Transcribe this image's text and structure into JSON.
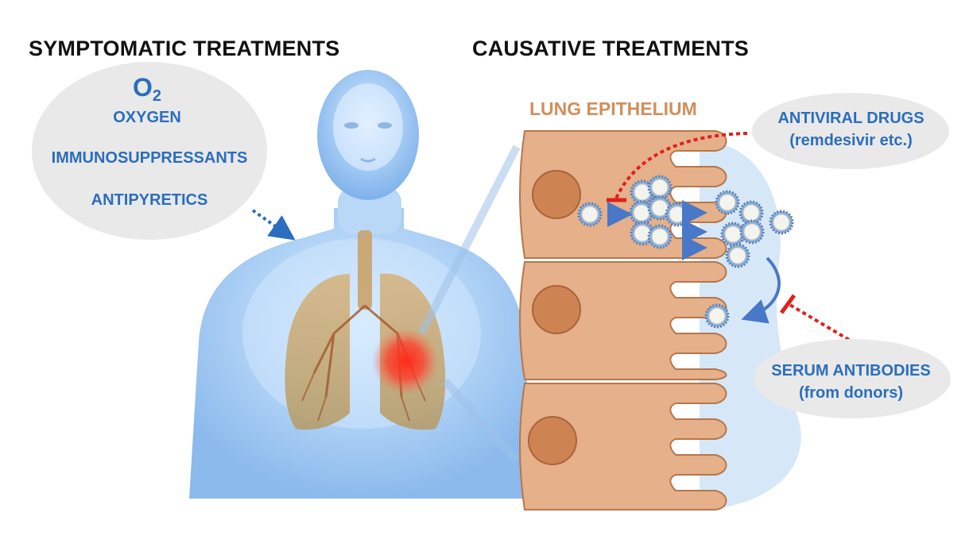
{
  "titles": {
    "symptomatic": "SYMPTOMATIC TREATMENTS",
    "causative": "CAUSATIVE TREATMENTS"
  },
  "symptomatic": {
    "o2_symbol": "O",
    "o2_subscript": "2",
    "items": [
      "OXYGEN",
      "IMMUNOSUPPRESSANTS",
      "ANTIPYRETICS"
    ]
  },
  "causative": {
    "tissue_label": "LUNG EPITHELIUM",
    "antiviral": {
      "line1": "ANTIVIRAL DRUGS",
      "line2": "(remdesivir etc.)"
    },
    "serum": {
      "line1": "SERUM ANTIBODIES",
      "line2": "(from donors)"
    }
  },
  "colors": {
    "text_blue": "#2a6ebd",
    "bubble_gray": "#e9e9e9",
    "cell_fill": "#e5b08a",
    "cell_stroke": "#b5774c",
    "nucleus": "#cd8452",
    "lumen": "#d6e8f8",
    "inhibition_red": "#e02020",
    "arrow_blue": "#4a78c8"
  }
}
